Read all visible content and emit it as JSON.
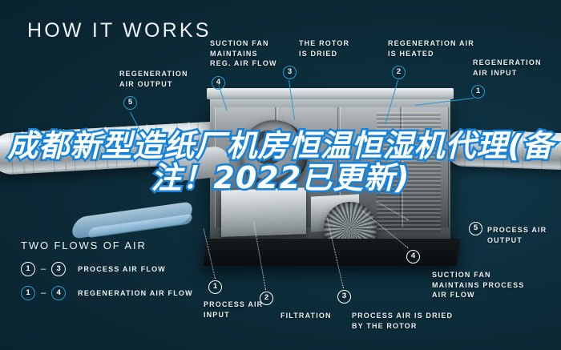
{
  "page": {
    "title": "HOW IT WORKS",
    "background_color": "#0a2430",
    "accent_color": "#2b9ccd",
    "overlay_stroke_color": "#1683d8"
  },
  "overlay_text": "成都新型造纸厂机房恒温恒湿机代理(备注！2022已更新)",
  "callouts_top": [
    {
      "marker": "4",
      "marker_style": "blue",
      "label": "SUCTION FAN\nMAINTAINS\nREG. AIR FLOW"
    },
    {
      "marker": "3",
      "marker_style": "blue",
      "label": "THE ROTOR\nIS DRIED"
    },
    {
      "marker": "2",
      "marker_style": "blue",
      "label": "REGENERATION AIR\nIS HEATED"
    },
    {
      "marker": "1",
      "marker_style": "blue",
      "label": "REGENERATION\nAIR INPUT"
    },
    {
      "marker": "5",
      "marker_style": "blue",
      "label": "REGENERATION\nAIR OUTPUT"
    }
  ],
  "callouts_bottom": [
    {
      "marker": "1",
      "marker_style": "white",
      "label": "PROCESS AIR\nINPUT"
    },
    {
      "marker": "2",
      "marker_style": "white",
      "label": "FILTRATION"
    },
    {
      "marker": "3",
      "marker_style": "white",
      "label": "PROCESS AIR IS DRIED\nBY THE ROTOR"
    },
    {
      "marker": "4",
      "marker_style": "white",
      "label": "SUCTION FAN\nMAINTAINS PROCESS\nAIR FLOW"
    },
    {
      "marker": "5",
      "marker_style": "white",
      "label": "PROCESS AIR\nOUTPUT"
    }
  ],
  "legend": {
    "title": "TWO FLOWS OF AIR",
    "rows": [
      {
        "from": "1",
        "dash": "–",
        "to": "3",
        "label": "PROCESS AIR FLOW",
        "style": "white"
      },
      {
        "from": "1",
        "dash": "–",
        "to": "4",
        "label": "REGENERATION AIR FLOW",
        "style": "blue"
      }
    ]
  }
}
